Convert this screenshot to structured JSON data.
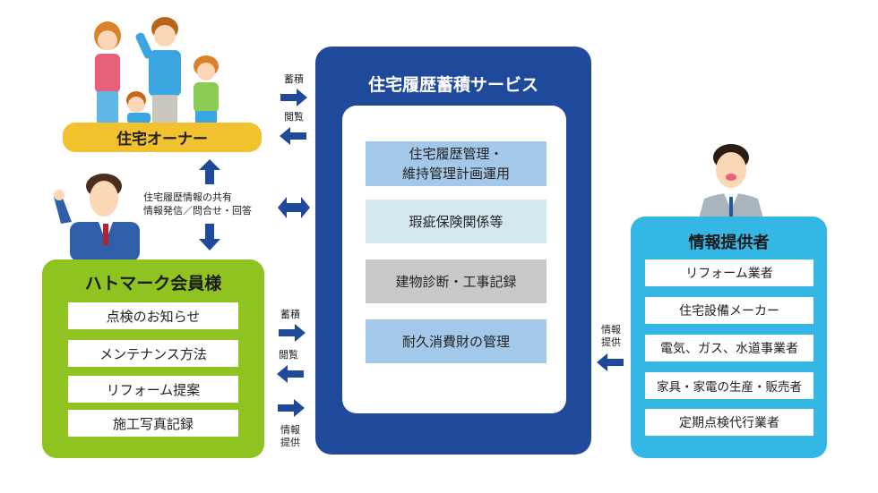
{
  "owner": {
    "label": "住宅オーナー",
    "illustration": "family-illustration",
    "arrow_labels": {
      "store": "蓄積",
      "view": "閲覧"
    }
  },
  "shared_info": {
    "line1": "住宅履歴情報の共有",
    "line2": "情報発信／問合せ・回答"
  },
  "member": {
    "title": "ハトマーク会員様",
    "illustration": "businessman-illustration",
    "items": [
      "点検のお知らせ",
      "メンテナンス方法",
      "リフォーム提案",
      "施工写真記録"
    ],
    "arrow_labels": {
      "store": "蓄積",
      "view": "閲覧",
      "provide_line1": "情報",
      "provide_line2": "提供"
    }
  },
  "service": {
    "title": "住宅履歴蓄積サービス",
    "boxes": [
      {
        "line1": "住宅履歴管理・",
        "line2": "維持管理計画運用",
        "color": "#a3c8ea"
      },
      {
        "line1": "瑕疵保険関係等",
        "line2": "",
        "color": "#d3e9ef"
      },
      {
        "line1": "建物診断・工事記録",
        "line2": "",
        "color": "#c8c8c8"
      },
      {
        "line1": "耐久消費財の管理",
        "line2": "",
        "color": "#a3c8ea"
      }
    ]
  },
  "provider": {
    "title": "情報提供者",
    "illustration": "staff-illustration",
    "items": [
      "リフォーム業者",
      "住宅設備メーカー",
      "電気、ガス、水道事業者",
      "家具・家電の生産・販売者",
      "定期点検代行業者"
    ],
    "arrow_label_line1": "情報",
    "arrow_label_line2": "提供"
  },
  "colors": {
    "service_blue": "#1f4a9c",
    "arrow_blue": "#1f4a9c",
    "owner_yellow": "#f2c12e",
    "member_green": "#8fc31f",
    "provider_cyan": "#35b7e6"
  }
}
